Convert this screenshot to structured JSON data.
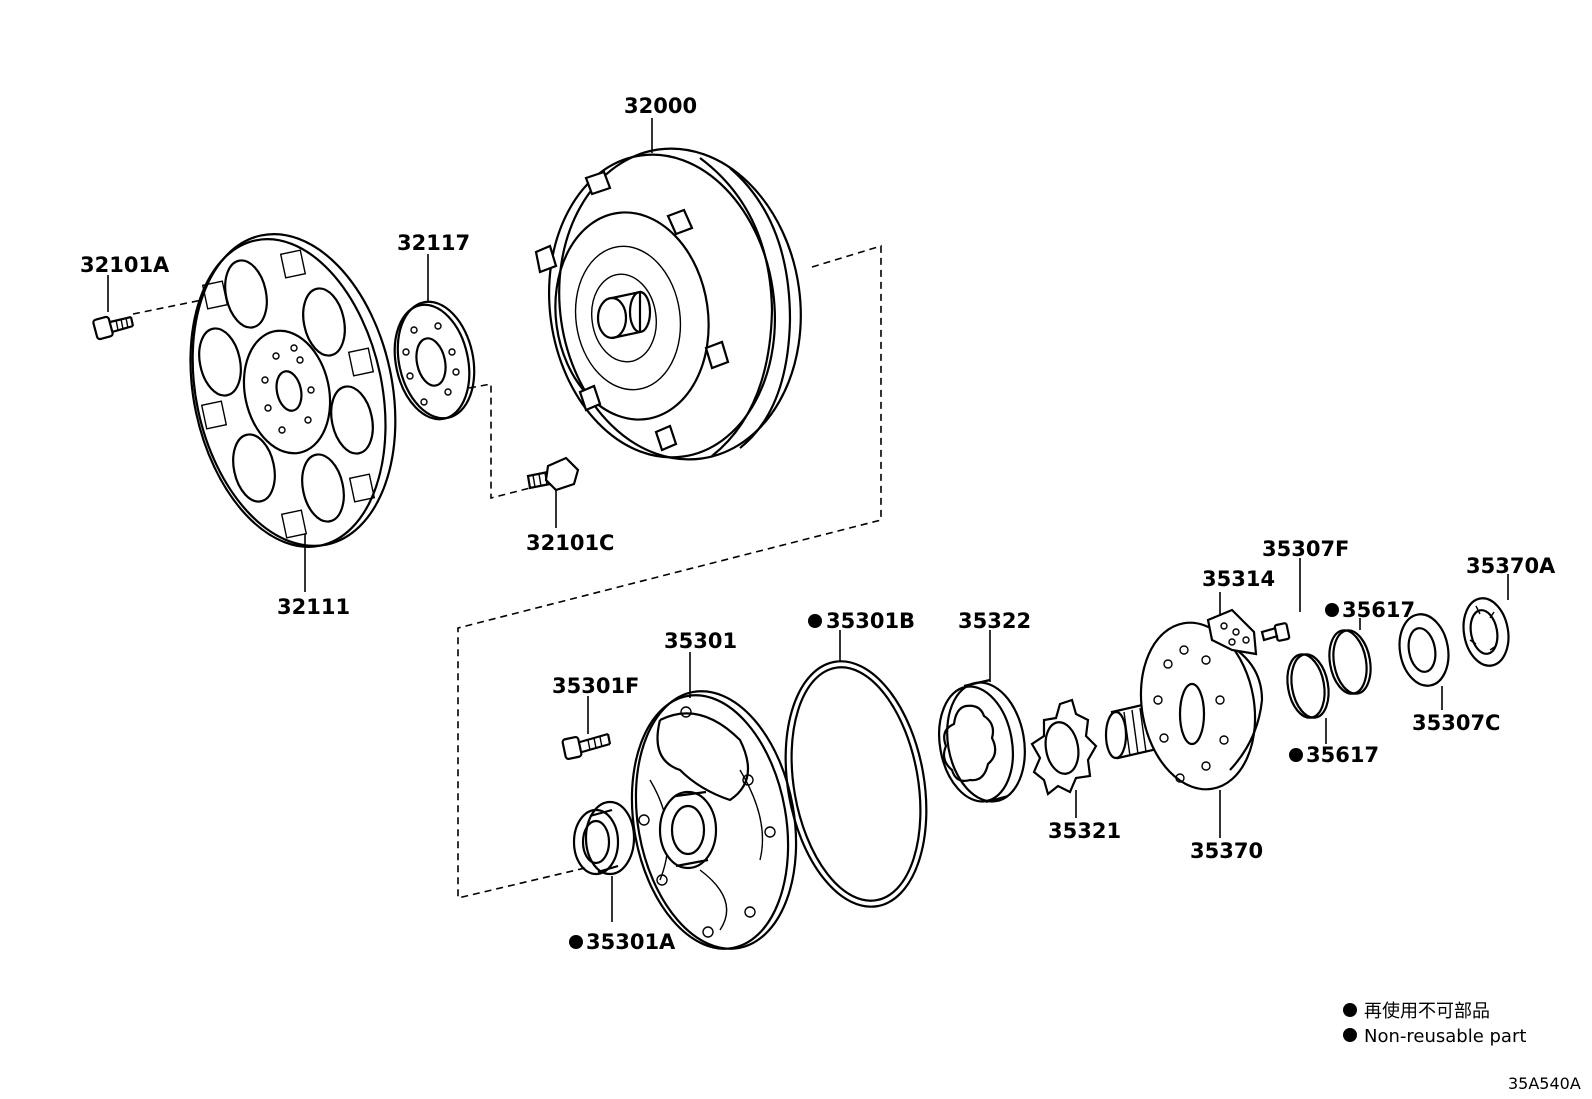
{
  "parts": {
    "p32000": "32000",
    "p32101A": "32101A",
    "p32117": "32117",
    "p32101C": "32101C",
    "p32111": "32111",
    "p35301": "35301",
    "p35301B": "35301B",
    "p35322": "35322",
    "p35314": "35314",
    "p35307F": "35307F",
    "p35617a": "35617",
    "p35617b": "35617",
    "p35370A": "35370A",
    "p35301F": "35301F",
    "p35321": "35321",
    "p35370": "35370",
    "p35307C": "35307C",
    "p35301A": "35301A"
  },
  "legend": {
    "japanese": "再使用不可部品",
    "english": "Non-reusable part"
  },
  "diagram_code": "35A540A"
}
